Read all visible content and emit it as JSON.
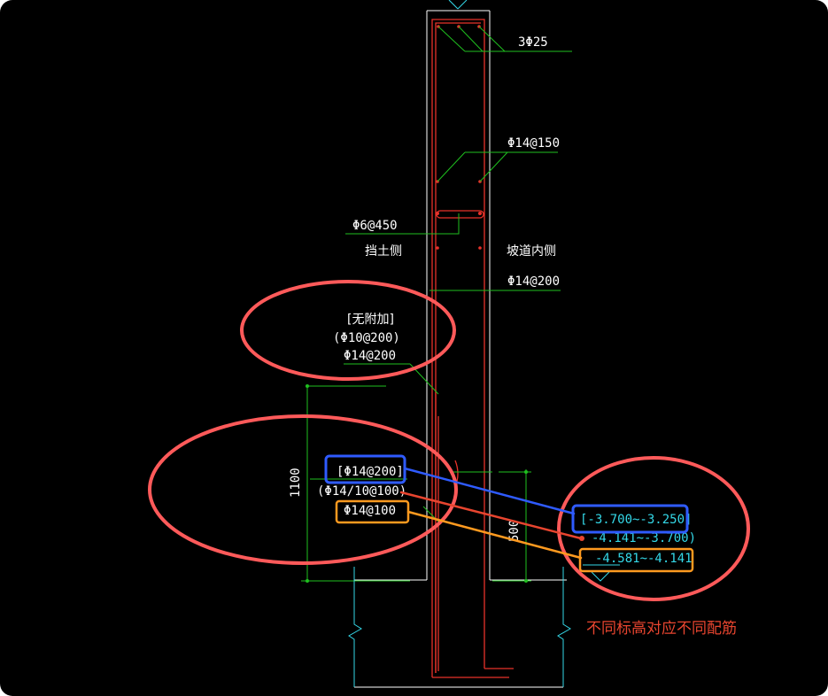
{
  "labels": {
    "rebar_top": "3Φ25",
    "rebar_outer": "Φ14@150",
    "tie": "Φ6@450",
    "side_soil": "挡土侧",
    "side_inner": "坡道内侧",
    "rebar_inner": "Φ14@200",
    "no_add": "[无附加]",
    "add_10": "(Φ10@200)",
    "base_14": "Φ14@200",
    "dim_1100": "1100",
    "dim_500": "500",
    "bottom_a": "[Φ14@200]",
    "bottom_b": "(Φ14/10@100)",
    "bottom_c": "Φ14@100",
    "elev_a": "[-3.700~-3.250]",
    "elev_b": "-4.141~-3.700)",
    "elev_c": "-4.581~-4.141",
    "annotation": "不同标高对应不同配筋"
  },
  "colors": {
    "background": "#000000",
    "concrete_outline": "#ffffff",
    "rebar": "#e8322a",
    "leader": "#1fbf1f",
    "elevation": "#34d8e8",
    "highlight_ellipse": "#ff5a5a",
    "highlight_blue": "#2f5bff",
    "highlight_orange": "#ff9a1f",
    "annotation": "#e8452f"
  }
}
